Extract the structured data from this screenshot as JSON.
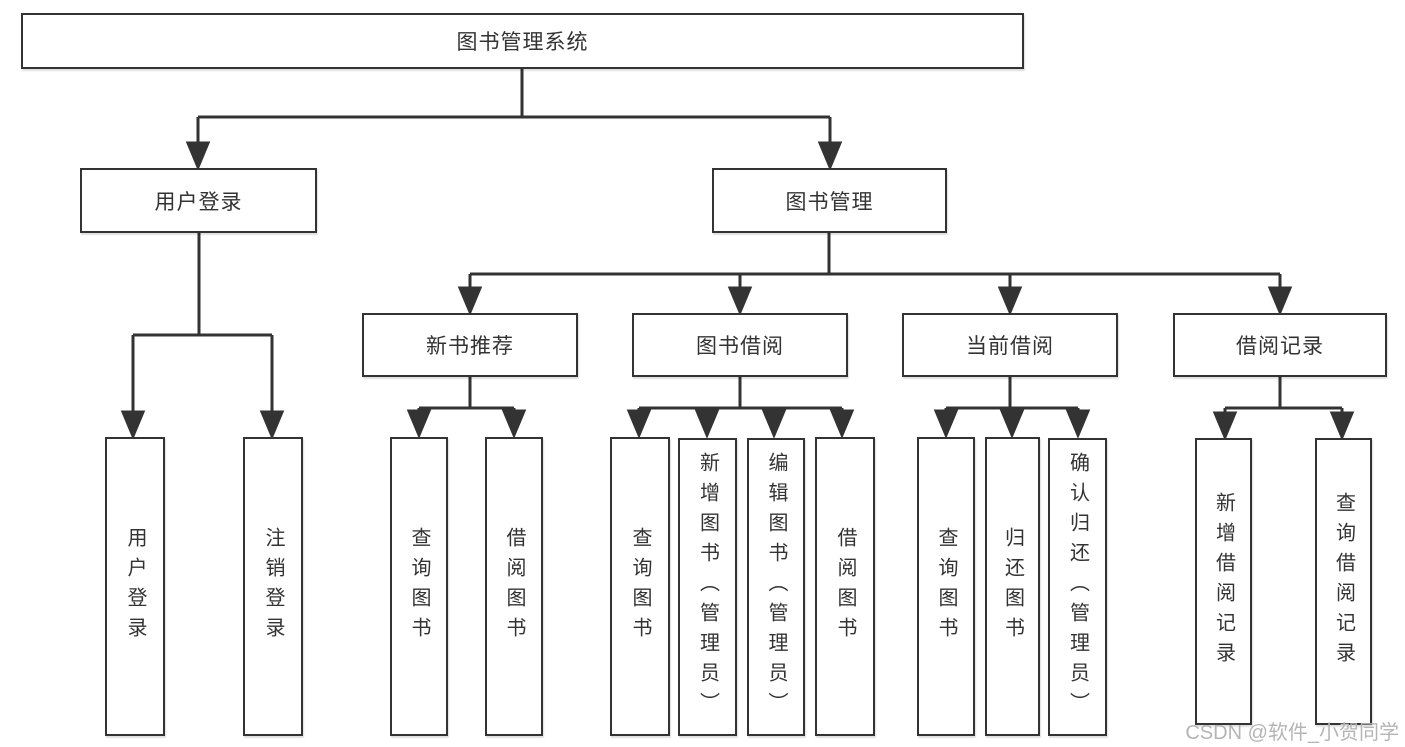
{
  "nodes": {
    "root": "图书管理系统",
    "user_login": "用户登录",
    "book_mgmt": "图书管理",
    "new_book": "新书推荐",
    "book_borrow": "图书借阅",
    "current_borrow": "当前借阅",
    "borrow_record": "借阅记录",
    "leaves": {
      "user_login": [
        "用户登录",
        "注销登录"
      ],
      "new_book": [
        "查询图书",
        "借阅图书"
      ],
      "book_borrow": [
        "查询图书",
        "新增图书（管理员）",
        "编辑图书（管理员）",
        "借阅图书"
      ],
      "current_borrow": [
        "查询图书",
        "归还图书",
        "确认归还（管理员）"
      ],
      "borrow_record": [
        "新增借阅记录",
        "查询借阅记录"
      ]
    }
  },
  "watermark": "CSDN @软件_小贺同学",
  "colors": {
    "line": "#333333",
    "box_border": "#333333",
    "box_fill": "#ffffff",
    "text": "#333333",
    "watermark": "#b5b5b5",
    "background": "#ffffff"
  }
}
